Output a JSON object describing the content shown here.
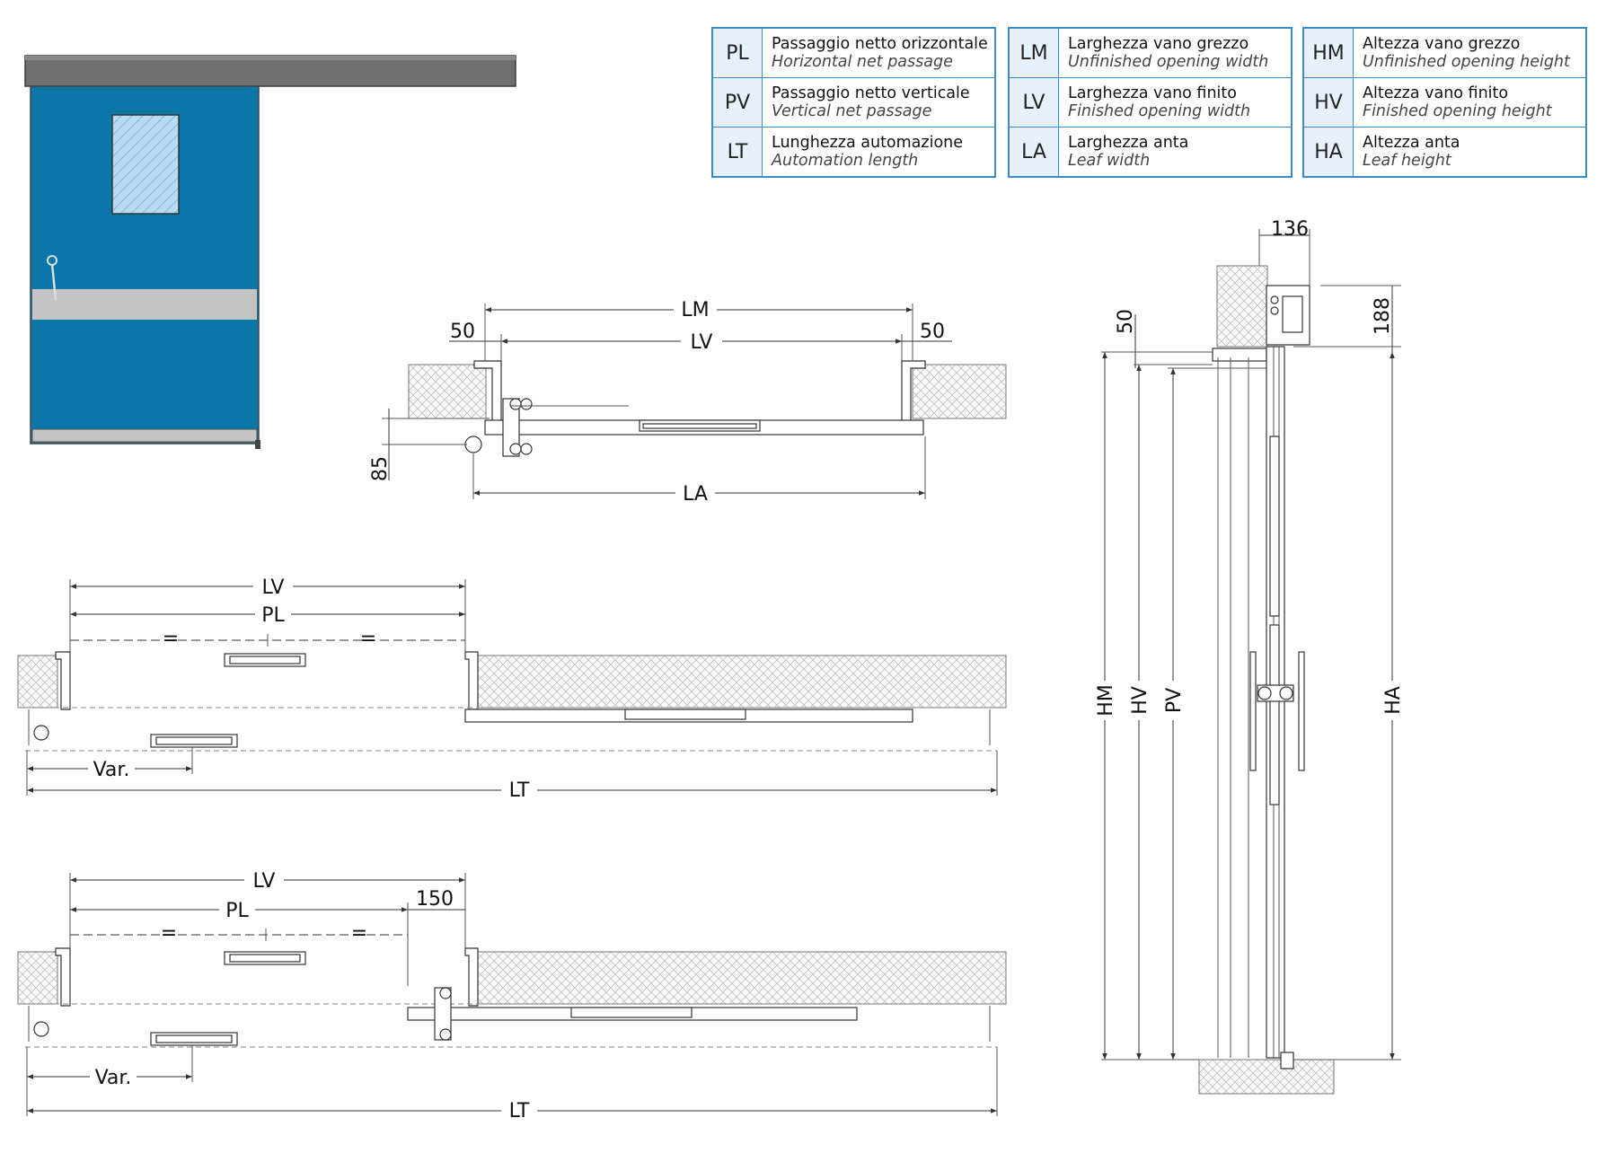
{
  "legend": {
    "table1": [
      {
        "code": "PL",
        "it": "Passaggio netto orizzontale",
        "en": "Horizontal net passage"
      },
      {
        "code": "PV",
        "it": "Passaggio netto verticale",
        "en": "Vertical net passage"
      },
      {
        "code": "LT",
        "it": "Lunghezza automazione",
        "en": "Automation length"
      }
    ],
    "table2": [
      {
        "code": "LM",
        "it": "Larghezza vano grezzo",
        "en": "Unfinished opening width"
      },
      {
        "code": "LV",
        "it": "Larghezza vano finito",
        "en": "Finished opening width"
      },
      {
        "code": "LA",
        "it": "Larghezza anta",
        "en": "Leaf width"
      }
    ],
    "table3": [
      {
        "code": "HM",
        "it": "Altezza vano grezzo",
        "en": "Unfinished opening height"
      },
      {
        "code": "HV",
        "it": "Altezza vano finito",
        "en": "Finished opening height"
      },
      {
        "code": "HA",
        "it": "Altezza anta",
        "en": "Leaf height"
      }
    ]
  },
  "plan_top": {
    "lm": "LM",
    "lv": "LV",
    "left_gap": "50",
    "right_gap": "50",
    "offset": "85",
    "la": "LA"
  },
  "plan_mid": {
    "lv": "LV",
    "pl": "PL",
    "eq_left": "=",
    "eq_right": "=",
    "var": "Var.",
    "lt": "LT"
  },
  "plan_bot": {
    "lv": "LV",
    "pl": "PL",
    "eq_left": "=",
    "eq_right": "=",
    "extra": "150",
    "var": "Var.",
    "lt": "LT"
  },
  "section": {
    "depth": "136",
    "header": "188",
    "top_gap": "50",
    "hm": "HM",
    "hv": "HV",
    "pv": "PV",
    "ha": "HA"
  },
  "colors": {
    "door_blue": "#0b76a8",
    "rail_gray": "#6f6f6f",
    "band_gray": "#c4c4c4",
    "legend_border": "#3d8bc4",
    "legend_fill": "#e6f1fb"
  }
}
